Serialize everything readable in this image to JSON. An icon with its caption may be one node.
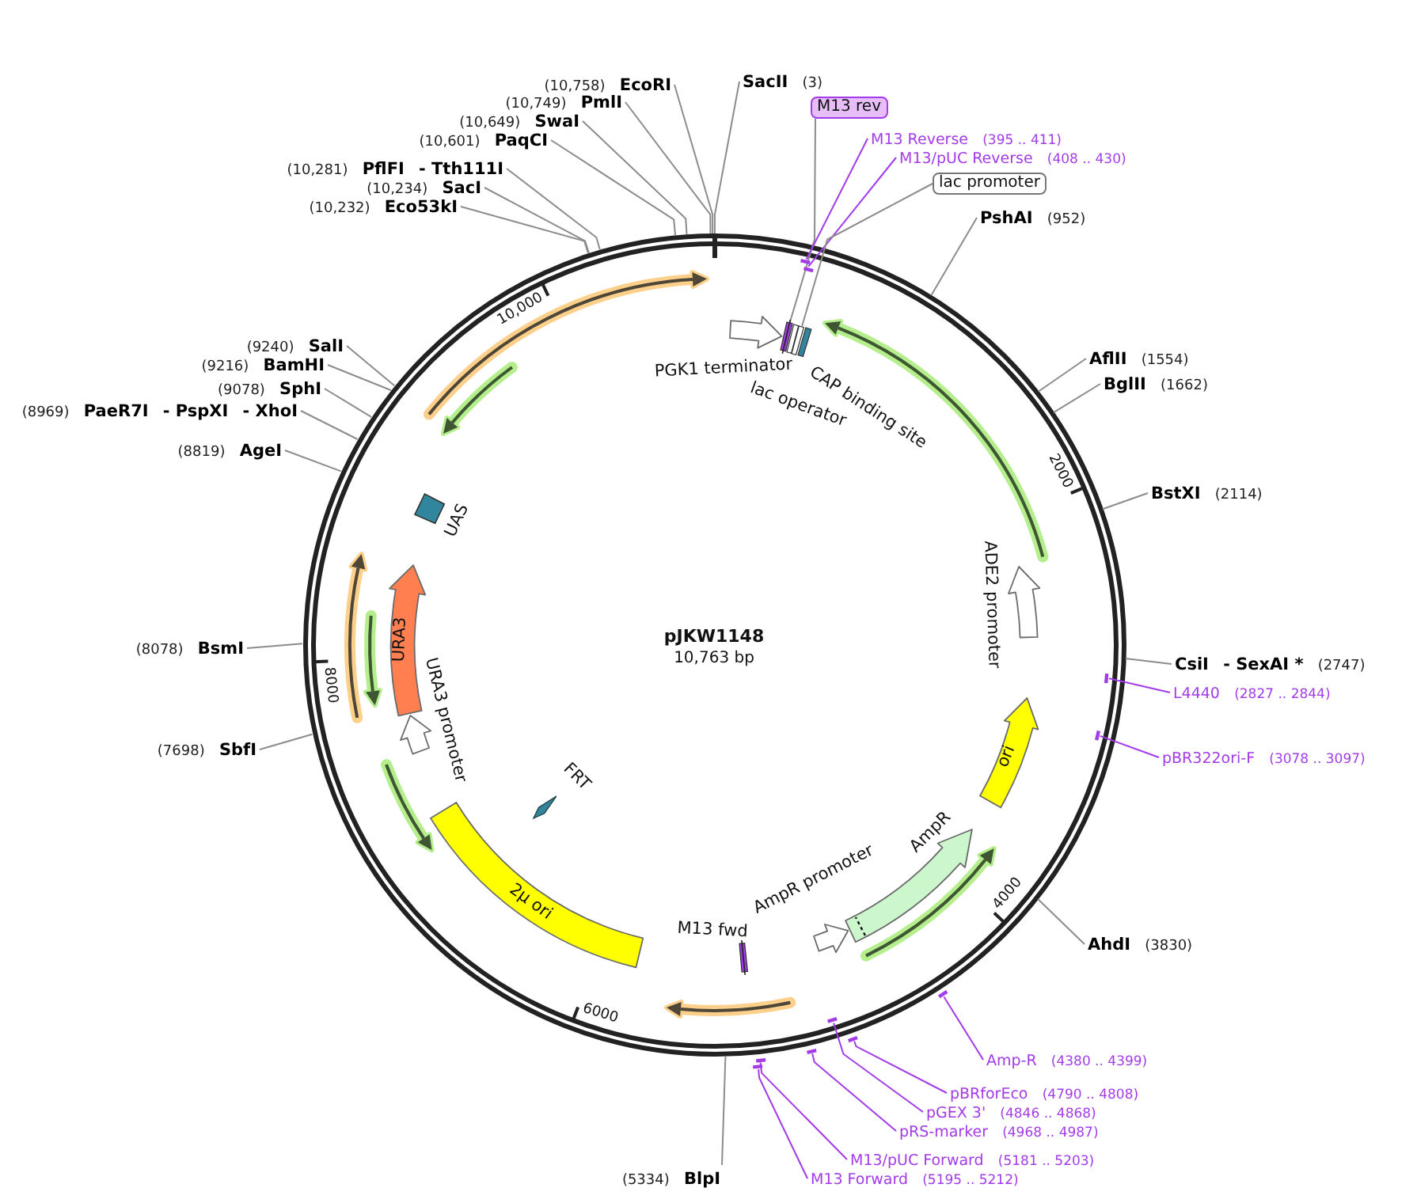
{
  "diagram": {
    "nodes": [
      {
        "text": [
          "pJKW1148",
          "10,763 bp"
        ]
      },
      {
        "text": [
          "SacII",
          "(3)"
        ]
      },
      {
        "text": [
          "(10,758)",
          "EcoRI"
        ]
      },
      {
        "text": [
          "(10,749)",
          "PmlI"
        ]
      },
      {
        "text": [
          "M13 rev"
        ]
      },
      {
        "text": [
          "(10,649)",
          "SwaI"
        ]
      },
      {
        "text": [
          "M13 Reverse",
          "(395 .. 411)"
        ]
      },
      {
        "text": [
          "(10,601)",
          "PaqCI"
        ]
      },
      {
        "text": [
          "M13/pUC Reverse",
          "(408 .. 430)"
        ]
      },
      {
        "text": [
          "(10,281)",
          "PflFI",
          "- Tth111I"
        ]
      },
      {
        "text": [
          "lac promoter"
        ]
      },
      {
        "text": [
          "(10,234)",
          "SacI"
        ]
      },
      {
        "text": [
          "(10,232)",
          "Eco53kI"
        ]
      },
      {
        "text": [
          "PshAI",
          "(952)"
        ]
      },
      {
        "text": [
          "(9240)",
          "SalI"
        ]
      },
      {
        "text": [
          "AflII",
          "(1554)"
        ]
      },
      {
        "text": [
          "(9216)",
          "BamHI"
        ]
      },
      {
        "text": [
          "BglII",
          "(1662)"
        ]
      },
      {
        "text": [
          "(9078)",
          "SphI"
        ]
      },
      {
        "text": [
          "(8969)",
          "PaeR7I",
          "- PspXI",
          "- XhoI"
        ]
      },
      {
        "text": [
          "(8819)",
          "AgeI"
        ]
      },
      {
        "text": [
          "BstXI",
          "(2114)"
        ]
      },
      {
        "text": [
          "(8078)",
          "BsmI"
        ]
      },
      {
        "text": [
          "CsiI",
          "- SexAI *",
          "(2747)"
        ]
      },
      {
        "text": [
          "L4440",
          "(2827 .. 2844)"
        ]
      },
      {
        "text": [
          "(7698)",
          "SbfI"
        ]
      },
      {
        "text": [
          "pBR322ori-F",
          "(3078 .. 3097)"
        ]
      },
      {
        "text": [
          "AhdI",
          "(3830)"
        ]
      },
      {
        "text": [
          "Amp-R",
          "(4380 .. 4399)"
        ]
      },
      {
        "text": [
          "pBRforEco",
          "(4790 .. 4808)"
        ]
      },
      {
        "text": [
          "pGEX 3'",
          "(4846 .. 4868)"
        ]
      },
      {
        "text": [
          "pRS-marker",
          "(4968 .. 4987)"
        ]
      },
      {
        "text": [
          "M13/pUC Forward",
          "(5181 .. 5203)"
        ]
      },
      {
        "text": [
          "(5334)",
          "BlpI"
        ]
      },
      {
        "text": [
          "M13 Forward",
          "(5195 .. 5212)"
        ]
      },
      {
        "text": [],
        "shape": "bar",
        "in": 0
      },
      {
        "text": [],
        "shape": "bar",
        "in": 0
      },
      {
        "text": [],
        "shape": "arrow",
        "in": 0
      },
      {
        "text": [
          "PGK1 terminator"
        ],
        "in": 0
      },
      {
        "text": [],
        "shape": "bar",
        "in": 0
      },
      {
        "text": [
          "lac operator"
        ],
        "in": 0
      },
      {
        "text": [],
        "shape": "bar",
        "in": 0
      },
      {
        "text": [
          "CAP binding site"
        ],
        "in": 0
      },
      {
        "text": [],
        "shape": "arrow",
        "in": 0
      },
      {
        "text": [],
        "shape": "arrow",
        "in": 0
      },
      {
        "text": [
          "UAS"
        ],
        "in": 0
      },
      {
        "text": [
          "ADE2 promoter"
        ],
        "in": 0
      },
      {
        "text": [],
        "shape": "arrow",
        "in": 0
      },
      {
        "text": [
          "URA3"
        ],
        "in": 0
      },
      {
        "text": [],
        "shape": "arrow",
        "in": 0
      },
      {
        "text": [],
        "shape": "bar",
        "in": 0
      },
      {
        "text": [
          "URA3 promoter"
        ],
        "in": 0
      },
      {
        "text": [],
        "shape": "bar",
        "in": 0
      },
      {
        "text": [
          "ori"
        ],
        "in": 0
      },
      {
        "text": [
          "FRT"
        ],
        "in": 0
      },
      {
        "text": [],
        "shape": "arrow",
        "in": 0
      },
      {
        "text": [
          "2μ ori"
        ],
        "in": 0
      },
      {
        "text": [
          "AmpR promoter"
        ],
        "in": 0
      },
      {
        "text": [
          "AmpR"
        ],
        "in": 0
      },
      {
        "text": [],
        "shape": "arrow",
        "in": 0
      },
      {
        "text": [
          "M13 fwd"
        ],
        "in": 0
      },
      {
        "text": [],
        "shape": "bar"
      },
      {
        "text": [],
        "shape": "arrow",
        "in": 0
      },
      {
        "text": [],
        "shape": "bar",
        "in": 0
      },
      {
        "text": [],
        "shape": "bar"
      },
      {
        "text": [],
        "shape": "bar"
      },
      {
        "text": [],
        "shape": "bar"
      },
      {
        "text": [],
        "shape": "bar"
      }
    ],
    "edges": [
      {
        "from": 1,
        "to": 0,
        "arrow": "none"
      },
      {
        "from": 2,
        "to": 0,
        "arrow": "none"
      },
      {
        "from": 3,
        "to": 0,
        "arrow": "none"
      },
      {
        "from": 4,
        "to": 39,
        "arrow": "none"
      },
      {
        "from": 5,
        "to": 0,
        "arrow": "none"
      },
      {
        "from": 6,
        "to": 35,
        "arrow": "none",
        "color": "#a33be8"
      },
      {
        "from": 7,
        "to": 0,
        "arrow": "none"
      },
      {
        "from": 8,
        "to": 36,
        "arrow": "none",
        "color": "#a33be8"
      },
      {
        "from": 9,
        "to": 0,
        "arrow": "none"
      },
      {
        "from": 10,
        "to": 41,
        "arrow": "none"
      },
      {
        "from": 11,
        "to": 0,
        "arrow": "none"
      },
      {
        "from": 12,
        "to": 0,
        "arrow": "none"
      },
      {
        "from": 13,
        "to": 0,
        "arrow": "none"
      },
      {
        "from": 14,
        "to": 0,
        "arrow": "none"
      },
      {
        "from": 15,
        "to": 0,
        "arrow": "none"
      },
      {
        "from": 16,
        "to": 0,
        "arrow": "none"
      },
      {
        "from": 17,
        "to": 0,
        "arrow": "none"
      },
      {
        "from": 18,
        "to": 0,
        "arrow": "none"
      },
      {
        "from": 19,
        "to": 0,
        "arrow": "none"
      },
      {
        "from": 20,
        "to": 0,
        "arrow": "none"
      },
      {
        "from": 21,
        "to": 0,
        "arrow": "none"
      },
      {
        "from": 22,
        "to": 0,
        "arrow": "none"
      },
      {
        "from": 23,
        "to": 0,
        "arrow": "none"
      },
      {
        "from": 24,
        "to": 50,
        "arrow": "none",
        "color": "#a33be8"
      },
      {
        "from": 25,
        "to": 0,
        "arrow": "none"
      },
      {
        "from": 26,
        "to": 52,
        "arrow": "none",
        "color": "#a33be8"
      },
      {
        "from": 27,
        "to": 0,
        "arrow": "none"
      },
      {
        "from": 28,
        "to": 61,
        "arrow": "none",
        "color": "#a33be8"
      },
      {
        "from": 29,
        "to": 64,
        "arrow": "none",
        "color": "#a33be8"
      },
      {
        "from": 30,
        "to": 63,
        "arrow": "none",
        "color": "#a33be8"
      },
      {
        "from": 31,
        "to": 65,
        "arrow": "none",
        "color": "#a33be8"
      },
      {
        "from": 32,
        "to": 66,
        "arrow": "none",
        "color": "#a33be8"
      },
      {
        "from": 33,
        "to": 0,
        "arrow": "none"
      },
      {
        "from": 34,
        "to": 67,
        "arrow": "none",
        "color": "#a33be8"
      }
    ],
    "labels": [
      "10,000",
      "2000",
      "8000",
      "4000",
      "6000"
    ]
  }
}
